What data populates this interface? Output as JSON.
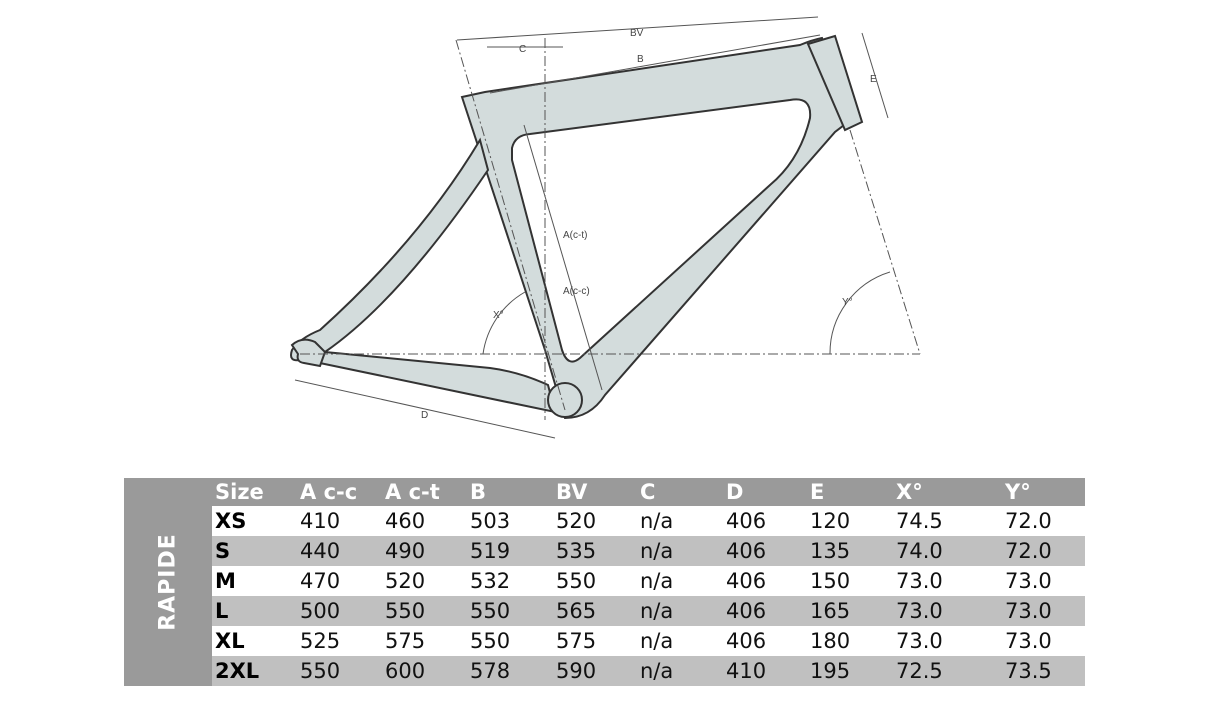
{
  "diagram": {
    "labels": {
      "bv": "BV",
      "b": "B",
      "c": "C",
      "e": "E",
      "act": "A(c-t)",
      "acc": "A(c-c)",
      "x": "X°",
      "y": "Y°",
      "d": "D"
    }
  },
  "table": {
    "model": "RAPIDE",
    "headers": [
      "Size",
      "A c-c",
      "A c-t",
      "B",
      "BV",
      "C",
      "D",
      "E",
      "X°",
      "Y°"
    ],
    "rows": [
      [
        "XS",
        "410",
        "460",
        "503",
        "520",
        "n/a",
        "406",
        "120",
        "74.5",
        "72.0"
      ],
      [
        "S",
        "440",
        "490",
        "519",
        "535",
        "n/a",
        "406",
        "135",
        "74.0",
        "72.0"
      ],
      [
        "M",
        "470",
        "520",
        "532",
        "550",
        "n/a",
        "406",
        "150",
        "73.0",
        "73.0"
      ],
      [
        "L",
        "500",
        "550",
        "550",
        "565",
        "n/a",
        "406",
        "165",
        "73.0",
        "73.0"
      ],
      [
        "XL",
        "525",
        "575",
        "550",
        "575",
        "n/a",
        "406",
        "180",
        "73.0",
        "73.0"
      ],
      [
        "2XL",
        "550",
        "600",
        "578",
        "590",
        "n/a",
        "410",
        "195",
        "72.5",
        "73.5"
      ]
    ]
  },
  "colors": {
    "frame_fill": "#d3dcdc",
    "header_bg": "#9a9a9a",
    "stripe": "#c0c0c0"
  }
}
